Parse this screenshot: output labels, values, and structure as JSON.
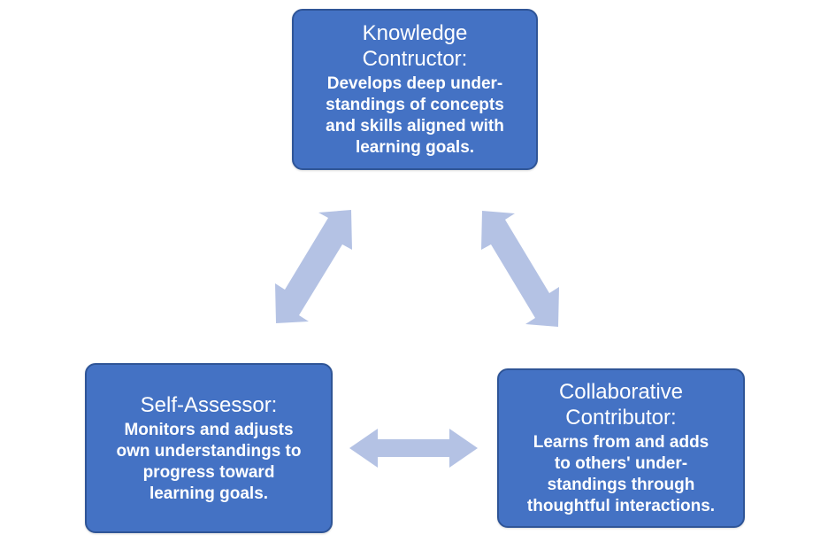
{
  "colors": {
    "box_fill": "#4472c4",
    "box_border": "#2f5597",
    "text": "#ffffff",
    "arrow": "#b4c2e4"
  },
  "nodes": {
    "knowledge": {
      "title_lines": [
        "Knowledge",
        "Contructor:"
      ],
      "desc_lines": [
        "Develops deep under-",
        "standings of concepts",
        "and skills aligned with",
        "learning goals."
      ]
    },
    "self_assessor": {
      "title_lines": [
        "Self-Assessor:"
      ],
      "desc_lines": [
        "Monitors and adjusts",
        "own understandings to",
        "progress toward",
        "learning goals."
      ]
    },
    "collaborative": {
      "title_lines": [
        "Collaborative",
        "Contributor:"
      ],
      "desc_lines": [
        "Learns from and adds",
        "to others' under-",
        "standings through",
        "thoughtful interactions."
      ]
    }
  }
}
